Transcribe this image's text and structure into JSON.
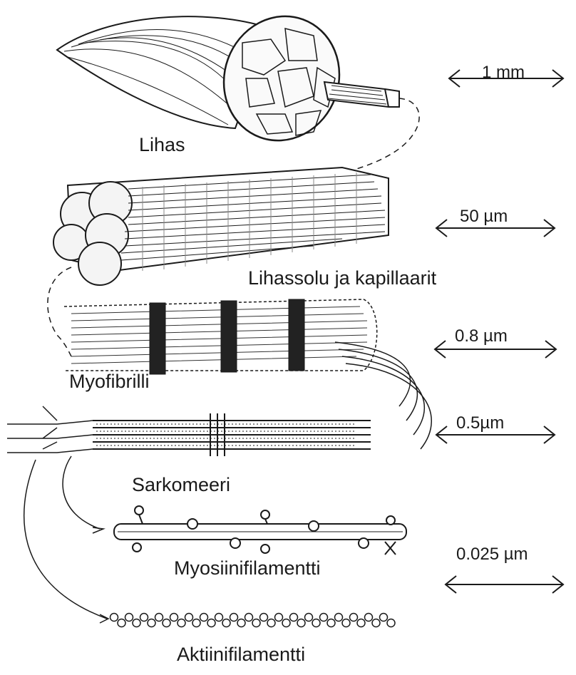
{
  "labels": {
    "muscle": "Lihas",
    "fiber": "Lihassolu ja kapillaarit",
    "myofibril": "Myofibrilli",
    "sarcomere": "Sarkomeeri",
    "myosin": "Myosiinifilamentti",
    "actin": "Aktiinifilamentti"
  },
  "scales": {
    "muscle": "1 mm",
    "fiber": "50 µm",
    "myofibril": "0.8 µm",
    "sarcomere": "0.5µm",
    "filament": "0.025 µm"
  },
  "colors": {
    "ink": "#1a1a1a",
    "background": "#ffffff"
  }
}
